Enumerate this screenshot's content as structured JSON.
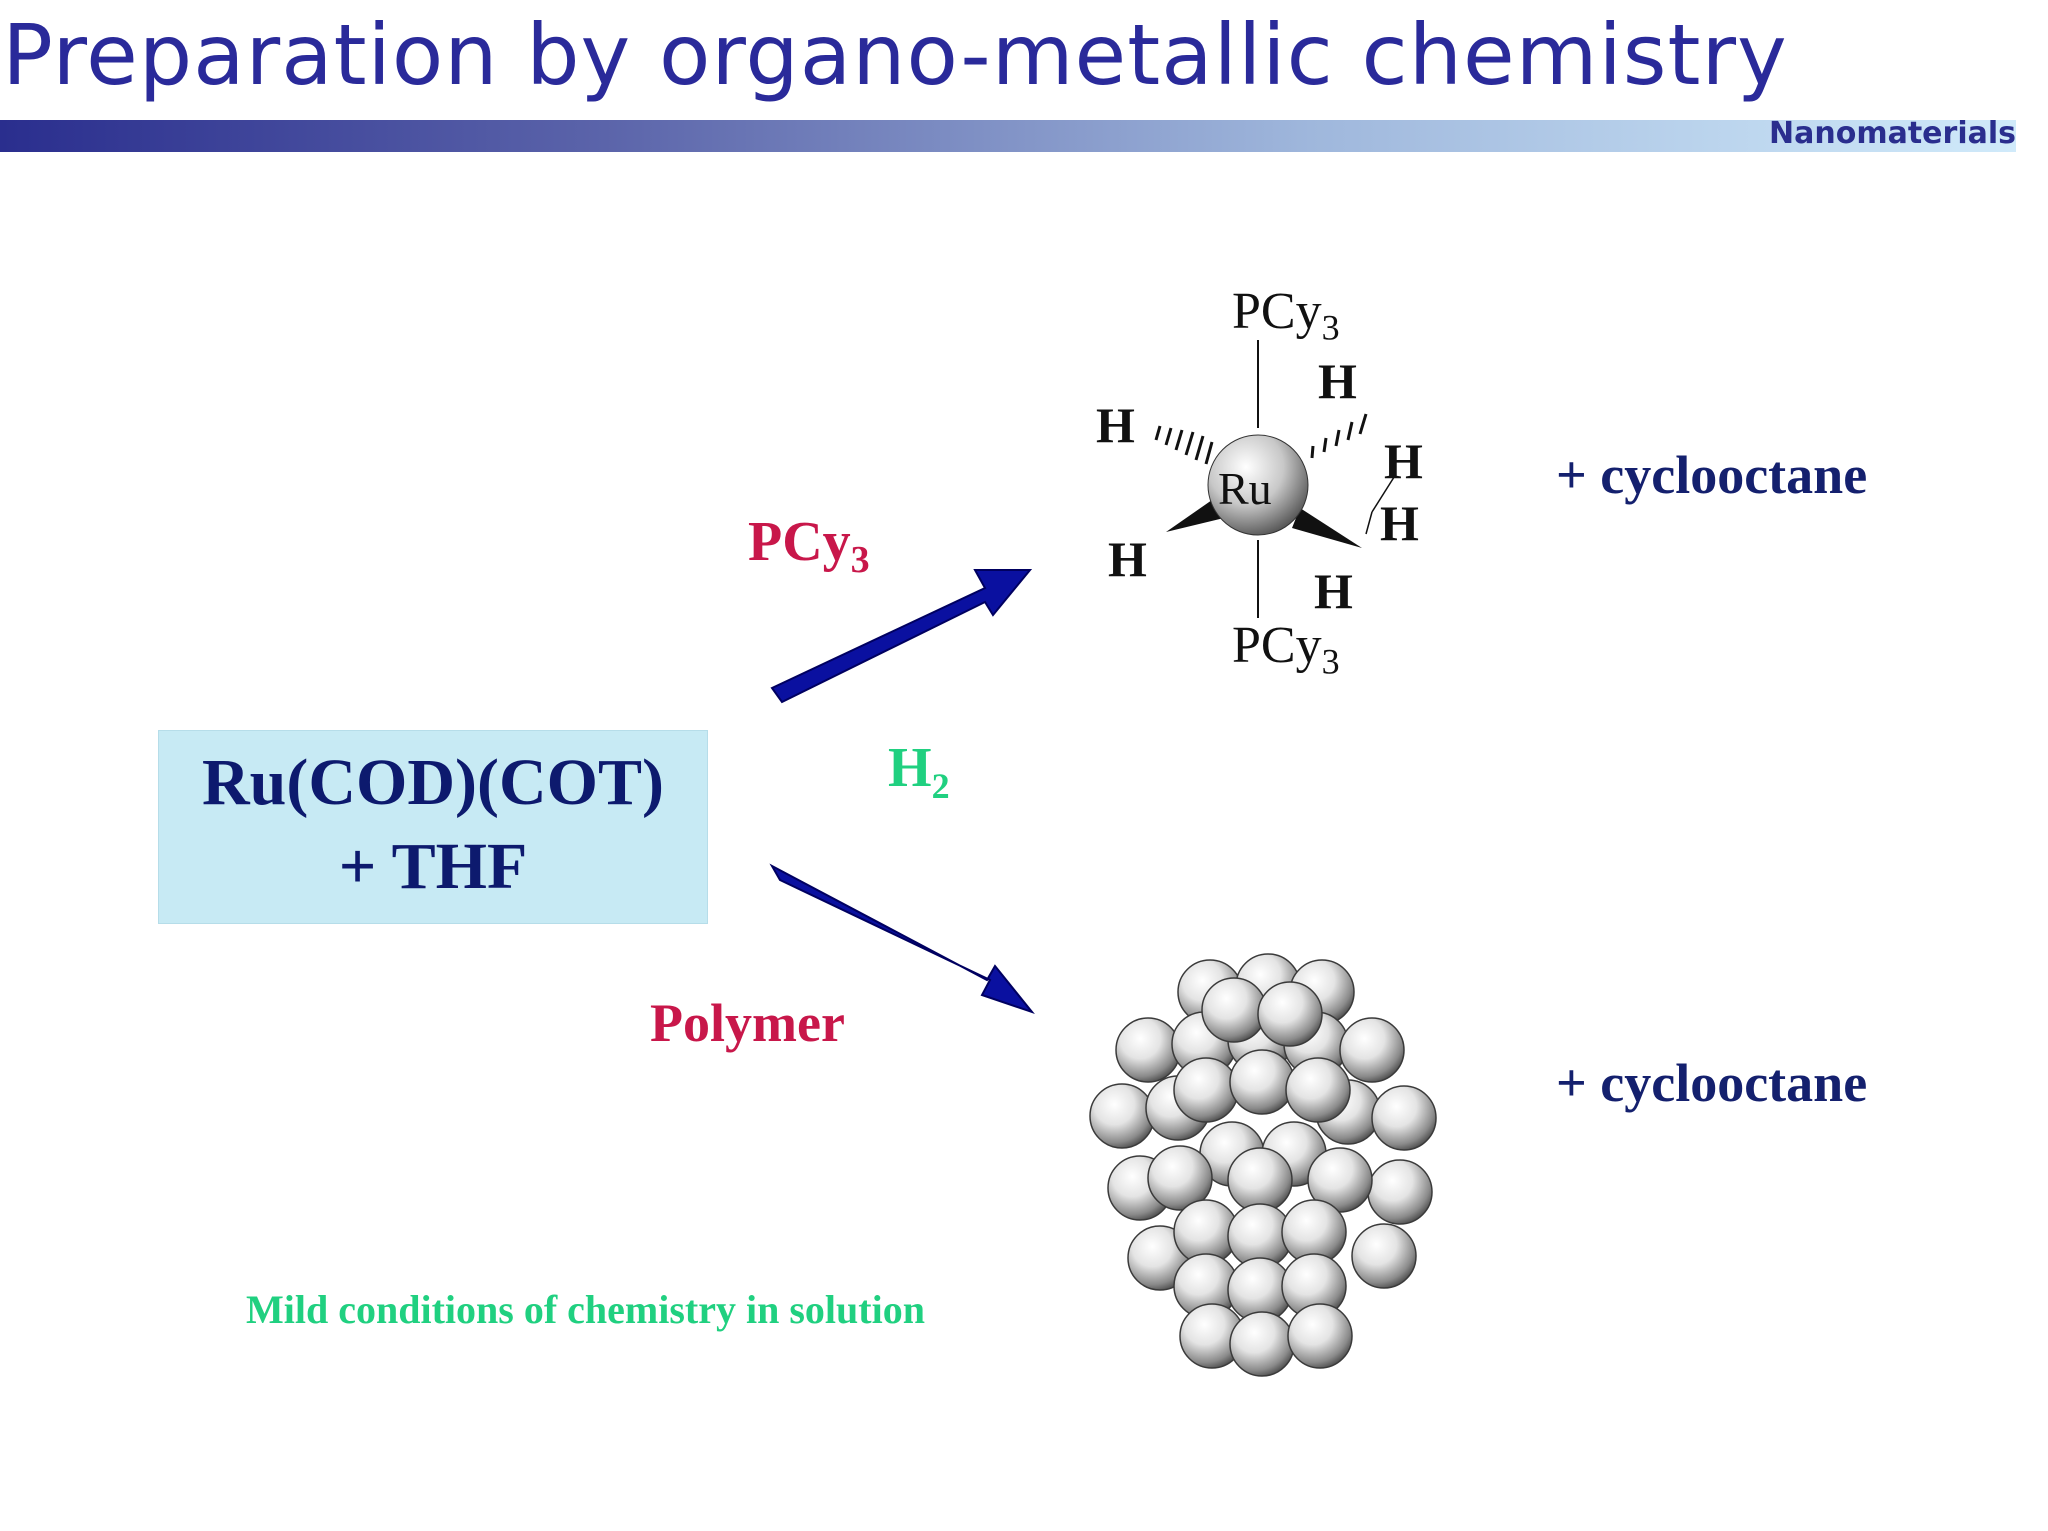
{
  "slide": {
    "title": "Preparation by organo-metallic chemistry",
    "section_tag": "Nanomaterials"
  },
  "reactant": {
    "line1": "Ru(COD)(COT)",
    "line2": "+ THF"
  },
  "conditions": {
    "upper_reagent_base": "PCy",
    "upper_reagent_sub": "3",
    "gas_base": "H",
    "gas_sub": "2",
    "lower_reagent": "Polymer"
  },
  "upper_product": {
    "top_ligand_base": "PCy",
    "top_ligand_sub": "3",
    "bottom_ligand_base": "PCy",
    "bottom_ligand_sub": "3",
    "metal": "Ru",
    "hydrogens": [
      "H",
      "H",
      "H",
      "H",
      "H",
      "H"
    ],
    "byproduct": "+ cyclooctane"
  },
  "lower_product": {
    "byproduct": "+ cyclooctane"
  },
  "footer_note": "Mild conditions of chemistry in solution",
  "colors": {
    "title": "#2a2a9a",
    "reagent_red": "#c8174a",
    "gas_green": "#20d080",
    "navy": "#14206e",
    "arrow": "#0a10a0",
    "box": "#c7eaf4"
  }
}
